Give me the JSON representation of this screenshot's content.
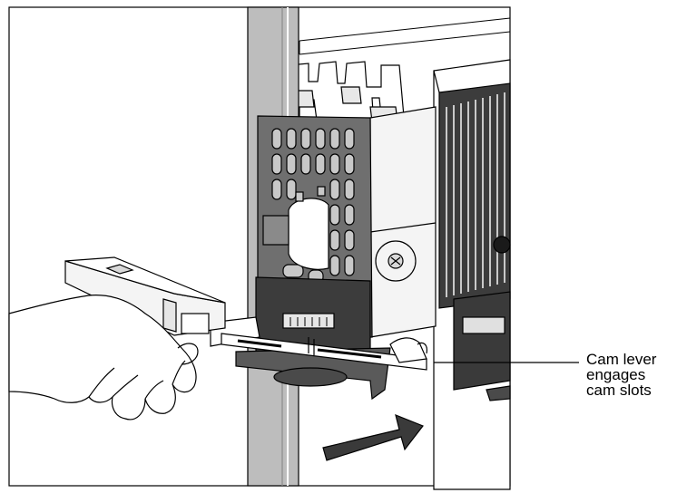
{
  "callout": {
    "lines": [
      "Cam lever",
      "engages",
      "cam slots"
    ]
  },
  "colors": {
    "frame": "#000000",
    "rail": "#bdbdbd",
    "bracket": "#6f6f6f",
    "module_dark": "#3c3c3c",
    "arrow": "#3a3a3a",
    "light_panel": "#f4f4f4"
  }
}
